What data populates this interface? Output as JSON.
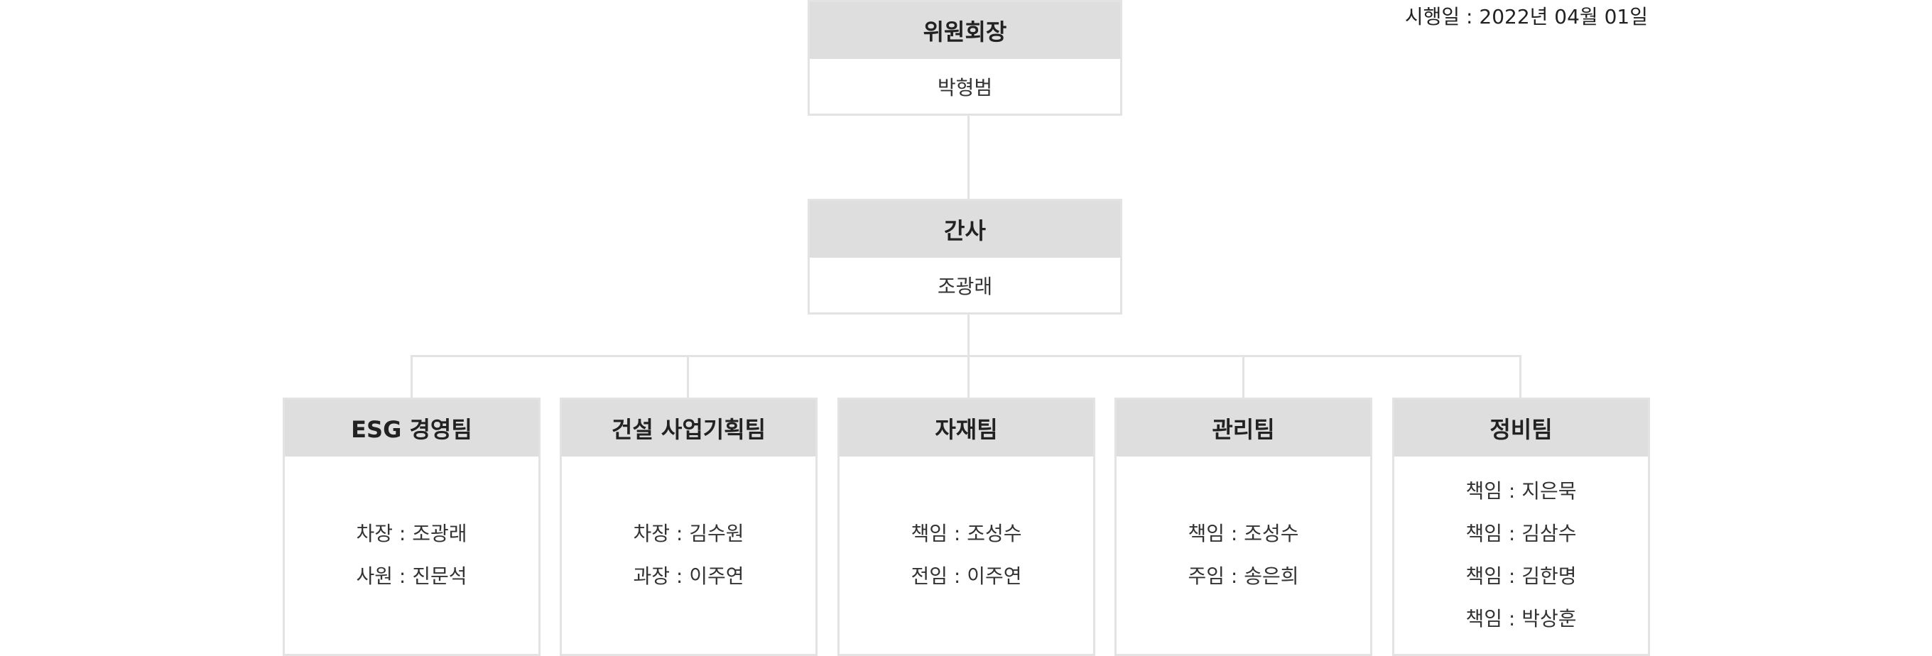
{
  "effective_date": "시행일 : 2022년 04월 01일",
  "chairman": {
    "title": "위원회장",
    "name": "박형범"
  },
  "secretary": {
    "title": "간사",
    "name": "조광래"
  },
  "teams": [
    {
      "title": "ESG 경영팀",
      "members": [
        "차장 : 조광래",
        "사원 : 진문석"
      ]
    },
    {
      "title": "건설 사업기획팀",
      "members": [
        "차장 : 김수원",
        "과장 : 이주연"
      ]
    },
    {
      "title": "자재팀",
      "members": [
        "책임 : 조성수",
        "전임 : 이주연"
      ]
    },
    {
      "title": "관리팀",
      "members": [
        "책임 : 조성수",
        "주임 : 송은희"
      ]
    },
    {
      "title": "정비팀",
      "members": [
        "책임 : 지은묵",
        "책임 : 김삼수",
        "책임 : 김한명",
        "책임 : 박상훈"
      ]
    }
  ]
}
